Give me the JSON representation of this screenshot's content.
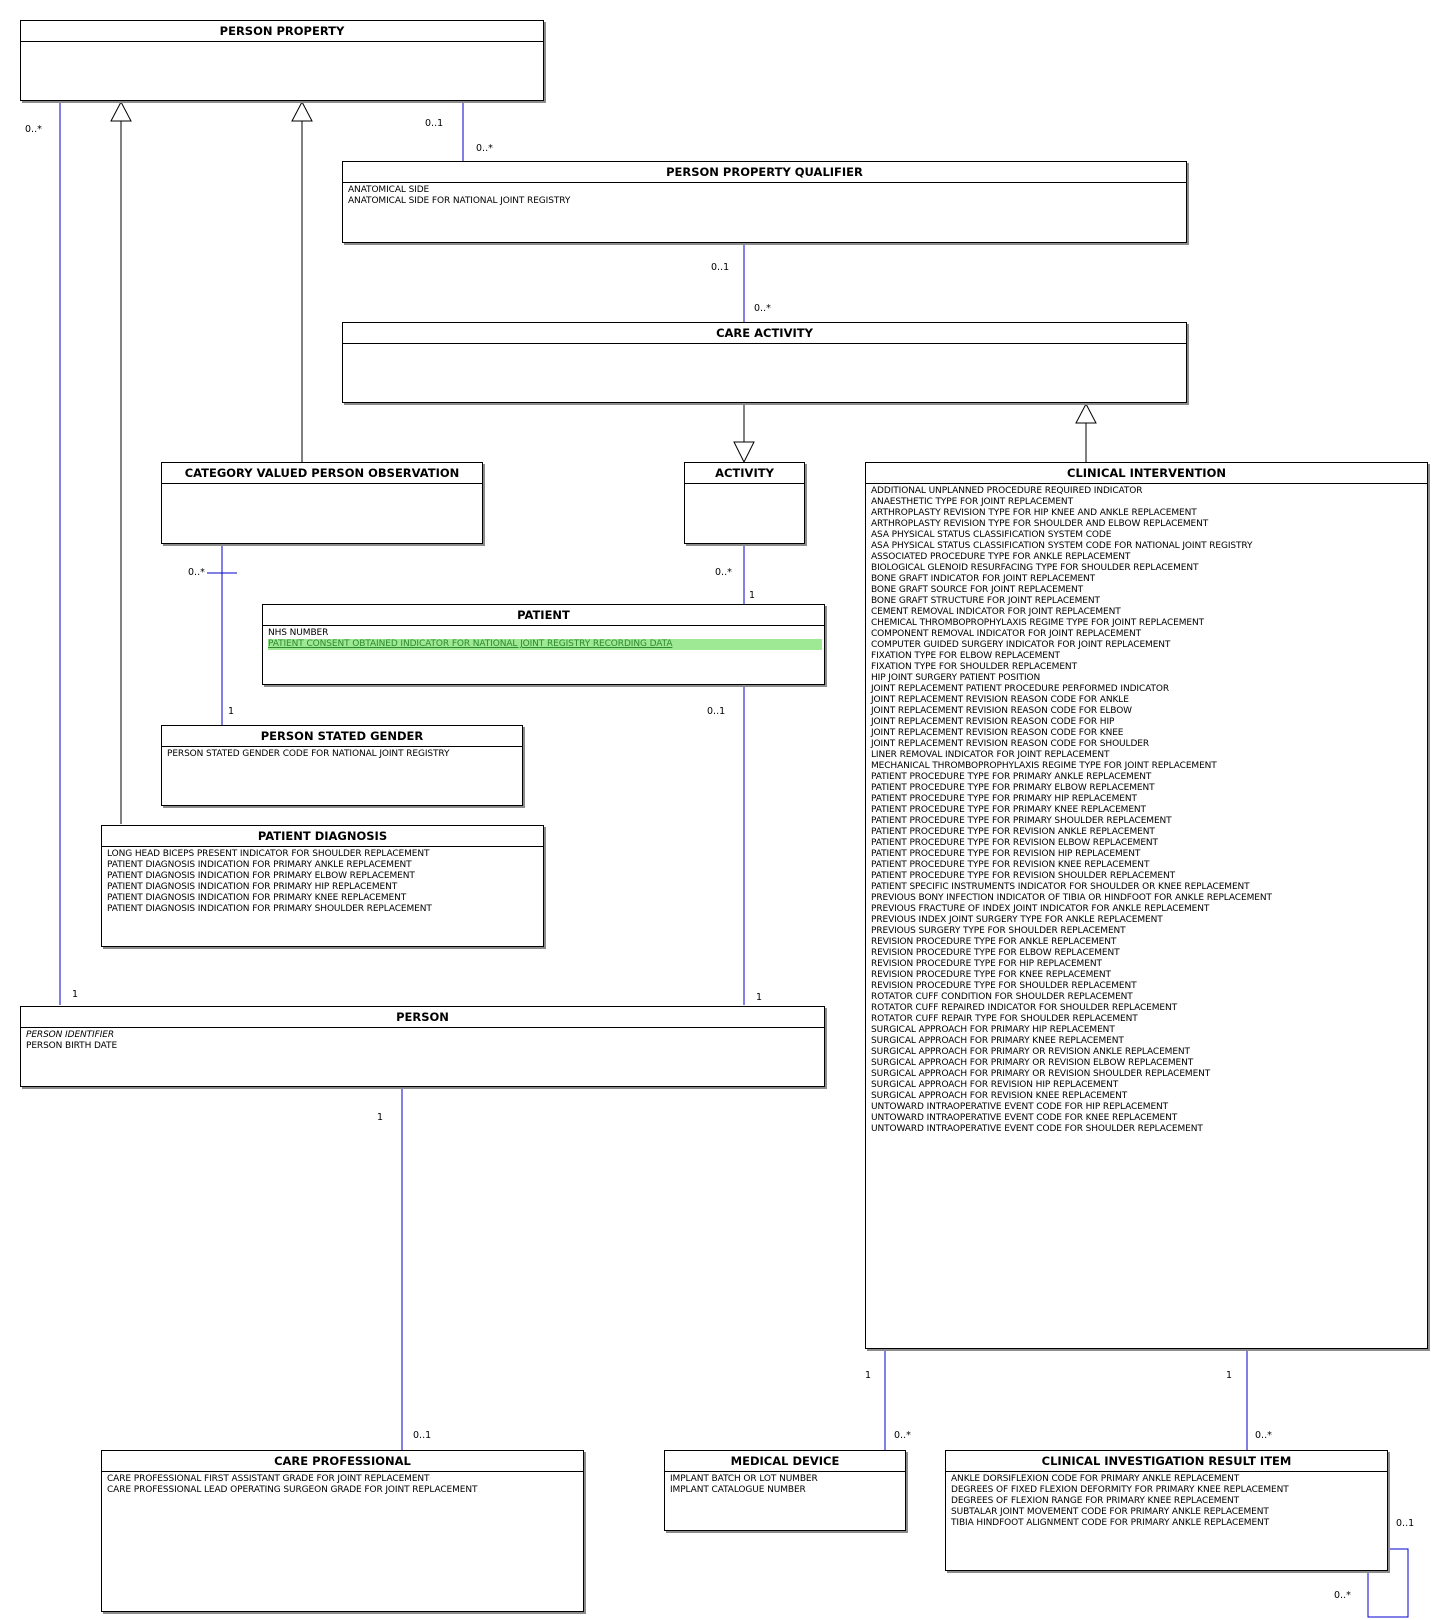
{
  "classes": {
    "person_property": {
      "title": "PERSON PROPERTY",
      "attributes": []
    },
    "person_property_qualifier": {
      "title": "PERSON PROPERTY QUALIFIER",
      "attributes": [
        "ANATOMICAL SIDE",
        "ANATOMICAL SIDE FOR NATIONAL JOINT REGISTRY"
      ]
    },
    "care_activity": {
      "title": "CARE ACTIVITY",
      "attributes": []
    },
    "category_valued_person_observation": {
      "title": "CATEGORY VALUED PERSON OBSERVATION",
      "attributes": []
    },
    "activity": {
      "title": "ACTIVITY",
      "attributes": []
    },
    "clinical_intervention": {
      "title": "CLINICAL INTERVENTION",
      "attributes": [
        "ADDITIONAL UNPLANNED PROCEDURE REQUIRED INDICATOR",
        "ANAESTHETIC TYPE FOR JOINT REPLACEMENT",
        "ARTHROPLASTY REVISION TYPE FOR HIP KNEE AND ANKLE REPLACEMENT",
        "ARTHROPLASTY REVISION TYPE FOR SHOULDER AND ELBOW REPLACEMENT",
        "ASA PHYSICAL STATUS CLASSIFICATION SYSTEM CODE",
        "ASA PHYSICAL STATUS CLASSIFICATION SYSTEM CODE FOR NATIONAL JOINT REGISTRY",
        "ASSOCIATED PROCEDURE TYPE FOR ANKLE REPLACEMENT",
        "BIOLOGICAL GLENOID RESURFACING TYPE FOR SHOULDER REPLACEMENT",
        "BONE GRAFT INDICATOR FOR JOINT REPLACEMENT",
        "BONE GRAFT SOURCE FOR JOINT REPLACEMENT",
        "BONE GRAFT STRUCTURE FOR JOINT REPLACEMENT",
        "CEMENT REMOVAL INDICATOR FOR JOINT REPLACEMENT",
        "CHEMICAL THROMBOPROPHYLAXIS REGIME TYPE FOR JOINT REPLACEMENT",
        "COMPONENT REMOVAL INDICATOR FOR JOINT REPLACEMENT",
        "COMPUTER GUIDED SURGERY INDICATOR FOR JOINT REPLACEMENT",
        "FIXATION TYPE FOR ELBOW REPLACEMENT",
        "FIXATION TYPE FOR SHOULDER REPLACEMENT",
        "HIP JOINT SURGERY PATIENT POSITION",
        "JOINT REPLACEMENT PATIENT PROCEDURE PERFORMED INDICATOR",
        "JOINT REPLACEMENT REVISION REASON CODE FOR ANKLE",
        "JOINT REPLACEMENT REVISION REASON CODE FOR ELBOW",
        "JOINT REPLACEMENT REVISION REASON CODE FOR HIP",
        "JOINT REPLACEMENT REVISION REASON CODE FOR KNEE",
        "JOINT REPLACEMENT REVISION REASON CODE FOR SHOULDER",
        "LINER REMOVAL INDICATOR FOR JOINT REPLACEMENT",
        "MECHANICAL THROMBOPROPHYLAXIS REGIME TYPE FOR JOINT REPLACEMENT",
        "PATIENT PROCEDURE TYPE FOR PRIMARY ANKLE REPLACEMENT",
        "PATIENT PROCEDURE TYPE FOR PRIMARY ELBOW REPLACEMENT",
        "PATIENT PROCEDURE TYPE FOR PRIMARY HIP REPLACEMENT",
        "PATIENT PROCEDURE TYPE FOR PRIMARY KNEE REPLACEMENT",
        "PATIENT PROCEDURE TYPE FOR PRIMARY SHOULDER REPLACEMENT",
        "PATIENT PROCEDURE TYPE FOR REVISION ANKLE REPLACEMENT",
        "PATIENT PROCEDURE TYPE FOR REVISION ELBOW REPLACEMENT",
        "PATIENT PROCEDURE TYPE FOR REVISION HIP REPLACEMENT",
        "PATIENT PROCEDURE TYPE FOR REVISION KNEE REPLACEMENT",
        "PATIENT PROCEDURE TYPE FOR REVISION SHOULDER REPLACEMENT",
        "PATIENT SPECIFIC INSTRUMENTS INDICATOR FOR SHOULDER OR KNEE REPLACEMENT",
        "PREVIOUS BONY INFECTION INDICATOR OF TIBIA OR HINDFOOT FOR ANKLE REPLACEMENT",
        "PREVIOUS FRACTURE OF INDEX JOINT INDICATOR FOR ANKLE REPLACEMENT",
        "PREVIOUS INDEX JOINT SURGERY TYPE FOR ANKLE REPLACEMENT",
        "PREVIOUS SURGERY TYPE FOR SHOULDER REPLACEMENT",
        "REVISION PROCEDURE TYPE FOR ANKLE REPLACEMENT",
        "REVISION PROCEDURE TYPE FOR ELBOW REPLACEMENT",
        "REVISION PROCEDURE TYPE FOR HIP REPLACEMENT",
        "REVISION PROCEDURE TYPE FOR KNEE REPLACEMENT",
        "REVISION PROCEDURE TYPE FOR SHOULDER REPLACEMENT",
        "ROTATOR CUFF CONDITION FOR SHOULDER REPLACEMENT",
        "ROTATOR CUFF REPAIRED INDICATOR FOR SHOULDER REPLACEMENT",
        "ROTATOR CUFF REPAIR TYPE FOR SHOULDER REPLACEMENT",
        "SURGICAL APPROACH FOR PRIMARY HIP REPLACEMENT",
        "SURGICAL APPROACH FOR PRIMARY KNEE REPLACEMENT",
        "SURGICAL APPROACH FOR PRIMARY OR REVISION ANKLE REPLACEMENT",
        "SURGICAL APPROACH FOR PRIMARY OR REVISION ELBOW REPLACEMENT",
        "SURGICAL APPROACH FOR PRIMARY OR REVISION SHOULDER REPLACEMENT",
        "SURGICAL APPROACH FOR REVISION HIP REPLACEMENT",
        "SURGICAL APPROACH FOR REVISION KNEE REPLACEMENT",
        "UNTOWARD INTRAOPERATIVE EVENT CODE FOR HIP REPLACEMENT",
        "UNTOWARD INTRAOPERATIVE EVENT CODE FOR KNEE REPLACEMENT",
        "UNTOWARD INTRAOPERATIVE EVENT CODE FOR SHOULDER REPLACEMENT"
      ]
    },
    "patient": {
      "title": "PATIENT",
      "attributes": [
        "NHS NUMBER",
        "PATIENT CONSENT OBTAINED INDICATOR FOR NATIONAL JOINT REGISTRY RECORDING DATA"
      ],
      "highlighted_attribute": "PATIENT CONSENT OBTAINED INDICATOR FOR NATIONAL JOINT REGISTRY RECORDING DATA"
    },
    "person_stated_gender": {
      "title": "PERSON STATED GENDER",
      "attributes": [
        "PERSON STATED GENDER CODE FOR NATIONAL JOINT REGISTRY"
      ]
    },
    "patient_diagnosis": {
      "title": "PATIENT DIAGNOSIS",
      "attributes": [
        "LONG HEAD BICEPS PRESENT INDICATOR FOR SHOULDER REPLACEMENT",
        "PATIENT DIAGNOSIS INDICATION FOR PRIMARY ANKLE REPLACEMENT",
        "PATIENT DIAGNOSIS INDICATION FOR PRIMARY ELBOW REPLACEMENT",
        "PATIENT DIAGNOSIS INDICATION FOR PRIMARY HIP REPLACEMENT",
        "PATIENT DIAGNOSIS INDICATION FOR PRIMARY KNEE REPLACEMENT",
        "PATIENT DIAGNOSIS INDICATION FOR PRIMARY SHOULDER REPLACEMENT"
      ]
    },
    "person": {
      "title": "PERSON",
      "attributes": [
        "PERSON IDENTIFIER",
        "PERSON BIRTH DATE"
      ],
      "italic_attribute": "PERSON IDENTIFIER"
    },
    "care_professional": {
      "title": "CARE PROFESSIONAL",
      "attributes": [
        "CARE PROFESSIONAL FIRST ASSISTANT GRADE FOR JOINT REPLACEMENT",
        "CARE PROFESSIONAL LEAD OPERATING SURGEON GRADE FOR JOINT REPLACEMENT"
      ]
    },
    "medical_device": {
      "title": "MEDICAL DEVICE",
      "attributes": [
        "IMPLANT BATCH OR LOT NUMBER",
        "IMPLANT CATALOGUE NUMBER"
      ]
    },
    "clinical_investigation_result_item": {
      "title": "CLINICAL INVESTIGATION RESULT ITEM",
      "attributes": [
        "ANKLE DORSIFLEXION CODE FOR PRIMARY ANKLE REPLACEMENT",
        "DEGREES OF FIXED FLEXION DEFORMITY FOR PRIMARY KNEE REPLACEMENT",
        "DEGREES OF FLEXION RANGE FOR PRIMARY KNEE REPLACEMENT",
        "SUBTALAR JOINT MOVEMENT CODE FOR PRIMARY ANKLE REPLACEMENT",
        "TIBIA HINDFOOT ALIGNMENT CODE FOR PRIMARY ANKLE REPLACEMENT"
      ]
    }
  },
  "multiplicities": {
    "pp_person_top": "0..*",
    "pp_qualifier_top": "0..1",
    "pp_qualifier_bottom": "0..*",
    "ppq_care_top": "0..1",
    "ppq_care_bottom": "0..*",
    "cvpo_gender_top": "0..*",
    "cvpo_gender_bottom": "1",
    "activity_patient_top": "0..*",
    "activity_patient_bottom": "1",
    "patient_person_top": "0..1",
    "patient_person_bottom": "1",
    "pp_person_bottom": "1",
    "person_cp_top": "1",
    "person_cp_bottom": "0..1",
    "ci_md_top": "1",
    "ci_md_bottom": "0..*",
    "ci_ciri_top": "1",
    "ci_ciri_bottom": "0..*",
    "ciri_self_top": "0..1",
    "ciri_self_bottom": "0..*"
  },
  "colors": {
    "association_line": "#0000cc",
    "generalization_line": "#000000",
    "highlight_background": "#9eea94",
    "highlight_text": "#2f8a2f",
    "shadow": "#8c8c8c"
  }
}
